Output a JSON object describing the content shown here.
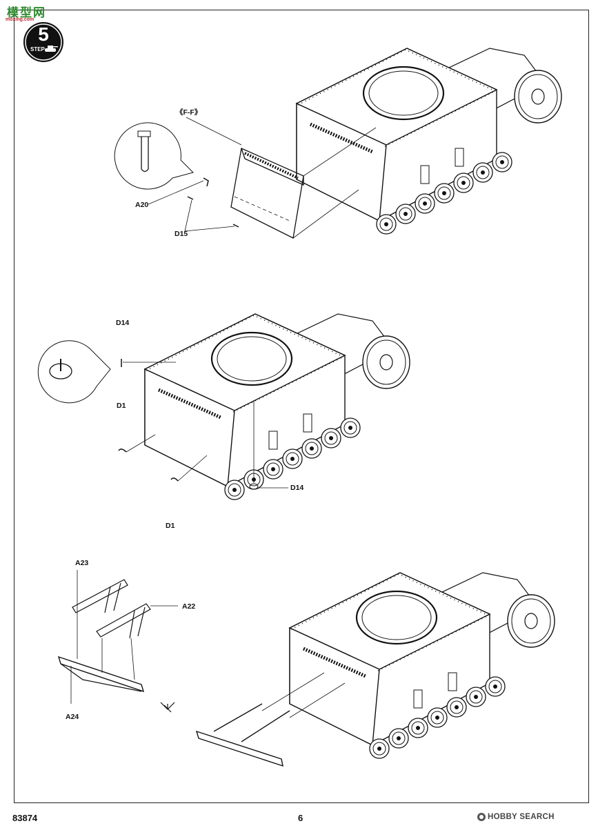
{
  "watermark": {
    "title": "模型网",
    "url": "moxing.com"
  },
  "step": {
    "number": "5",
    "word": "STEP"
  },
  "callouts": {
    "f_f": "《F-F》",
    "a20": "A20",
    "d15": "D15",
    "d14_top": "D14",
    "d1_top": "D1",
    "d14_bottom": "D14",
    "d1_bottom": "D1",
    "a23": "A23",
    "a22": "A22",
    "a24": "A24"
  },
  "footer": {
    "code": "83874",
    "page": "6",
    "brand": "HOBBY SEARCH"
  },
  "icons": [
    "step-badge-icon",
    "tank-silhouette-icon",
    "detail-bubble-icon",
    "hobbysearch-logo-icon",
    "double-arrow-icon"
  ]
}
